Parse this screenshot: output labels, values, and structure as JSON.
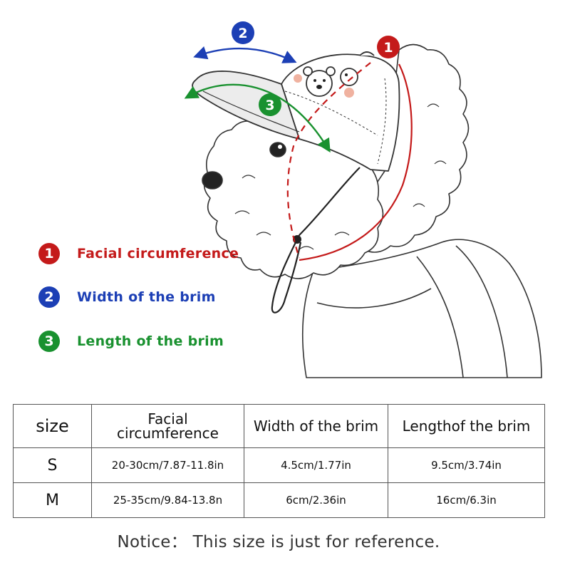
{
  "legend": [
    {
      "number": "1",
      "label": "Facial circumference",
      "color": "#c41a1a"
    },
    {
      "number": "2",
      "label": "Width of the brim",
      "color": "#1c3fb5"
    },
    {
      "number": "3",
      "label": "Length of the brim",
      "color": "#19912f"
    }
  ],
  "table": {
    "headers": [
      "size",
      "Facial circumference",
      "Width of the brim",
      "Lengthof the brim"
    ],
    "header_facial_line1": "Facial",
    "header_facial_line2": "circumference",
    "rows": [
      {
        "size": "S",
        "facial": "20-30cm/7.87-11.8in",
        "width": "4.5cm/1.77in",
        "length": "9.5cm/3.74in"
      },
      {
        "size": "M",
        "facial": "25-35cm/9.84-13.8n",
        "width": "6cm/2.36in",
        "length": "16cm/6.3in"
      }
    ]
  },
  "notice": "Notice：  This size is just for reference."
}
